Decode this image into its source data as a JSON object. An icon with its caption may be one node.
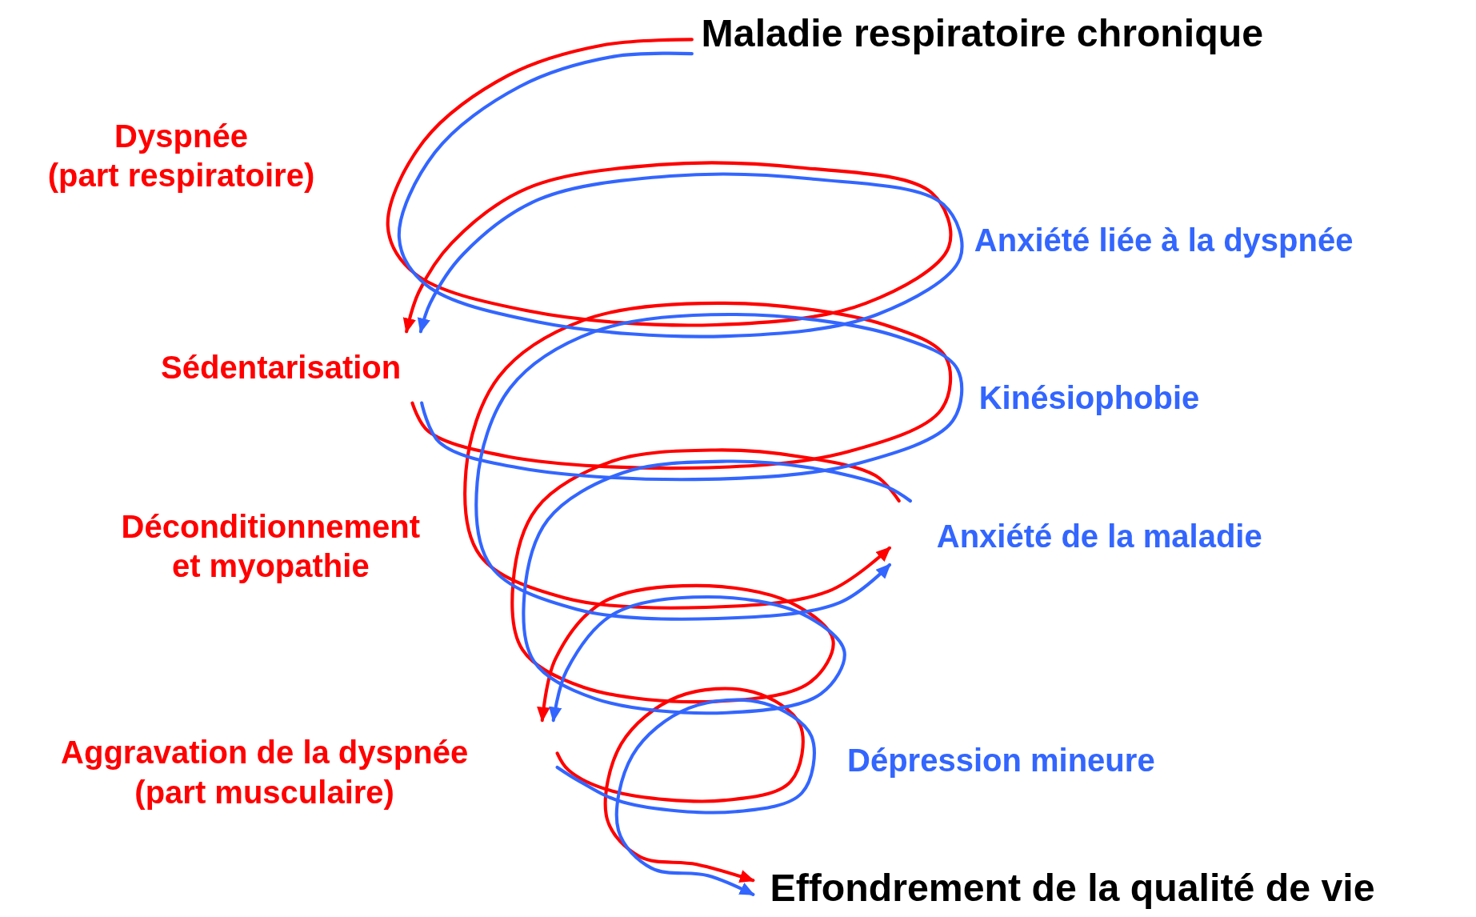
{
  "diagram": {
    "nodes": [
      {
        "text": [
          "Maladie respiratoire chronique"
        ]
      },
      {
        "text": [
          "Sédentarisation"
        ]
      },
      {
        "text": [
          "Anxiété de la maladie"
        ]
      },
      {
        "text": [
          "Aggravation de la dyspnée (part musculaire)"
        ]
      },
      {
        "text": [
          "Effondrement de la qualité de vie"
        ]
      }
    ],
    "edges": [
      {
        "from": 0,
        "to": 1,
        "arrow": "to",
        "color": "#ff0000"
      },
      {
        "from": 1,
        "to": 2,
        "arrow": "to",
        "color": "#ff0000"
      },
      {
        "from": 2,
        "to": 3,
        "arrow": "to",
        "color": "#ff0000"
      },
      {
        "from": 3,
        "to": 4,
        "arrow": "to",
        "color": "#ff0000"
      },
      {
        "from": 0,
        "to": 1,
        "arrow": "to",
        "color": "#3366ff"
      },
      {
        "from": 1,
        "to": 2,
        "arrow": "to",
        "color": "#3366ff"
      },
      {
        "from": 2,
        "to": 3,
        "arrow": "to",
        "color": "#3366ff"
      },
      {
        "from": 3,
        "to": 4,
        "arrow": "to",
        "color": "#3366ff"
      }
    ],
    "labels": [
      "Dyspnée (part respiratoire)",
      "Anxiété liée à la dyspnée",
      "Kinésiophobie",
      "Déconditionnement et myopathie",
      "Dépression mineure"
    ]
  }
}
